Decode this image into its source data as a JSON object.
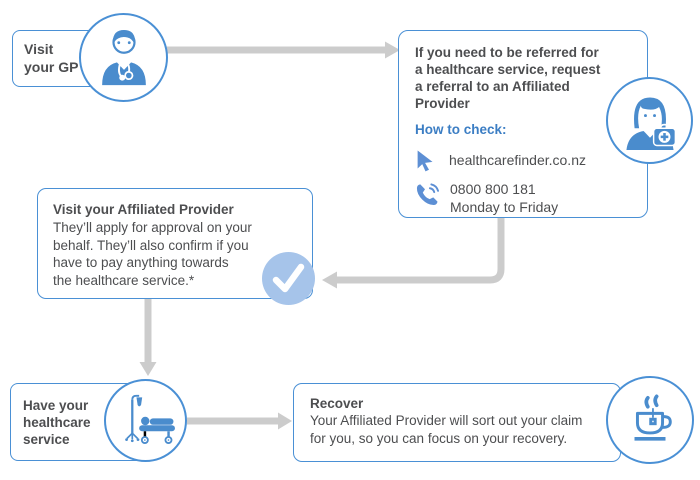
{
  "palette": {
    "border_blue": "#4a90d5",
    "icon_blue": "#4a8ccd",
    "soft_icon_blue": "#5d8fd4",
    "accent_blue": "#3c7ec4",
    "check_circle_fill": "#a6c4ea",
    "connector_gray": "#cccccc",
    "text_dark": "#4d4e50"
  },
  "flow": {
    "gp": {
      "label_lines": [
        "Visit",
        "your GP"
      ],
      "icon": "doctor-icon"
    },
    "referral": {
      "heading_lines": [
        "If you need to be referred for",
        "a healthcare service, request",
        "a referral to an Affiliated",
        "Provider"
      ],
      "how_to_check_label": "How to check:",
      "website": "healthcarefinder.co.nz",
      "website_icon": "cursor-icon",
      "phone": "0800 800 181",
      "phone_hours": "Monday to Friday",
      "phone_icon": "phone-icon",
      "icon": "nurse-icon"
    },
    "affiliated": {
      "title": "Visit your Affiliated Provider",
      "body_lines": [
        "They’ll apply for approval on your",
        "behalf. They’ll also confirm if you",
        "have to pay anything towards",
        "the healthcare service.*"
      ],
      "icon": "check-icon"
    },
    "service": {
      "label_lines": [
        "Have your",
        "healthcare",
        "service"
      ],
      "icon": "hospital-bed-icon"
    },
    "recover": {
      "title": "Recover",
      "body_lines": [
        "Your Affiliated Provider will sort out your claim",
        "for you, so you can focus on your recovery."
      ],
      "icon": "tea-cup-icon"
    }
  }
}
